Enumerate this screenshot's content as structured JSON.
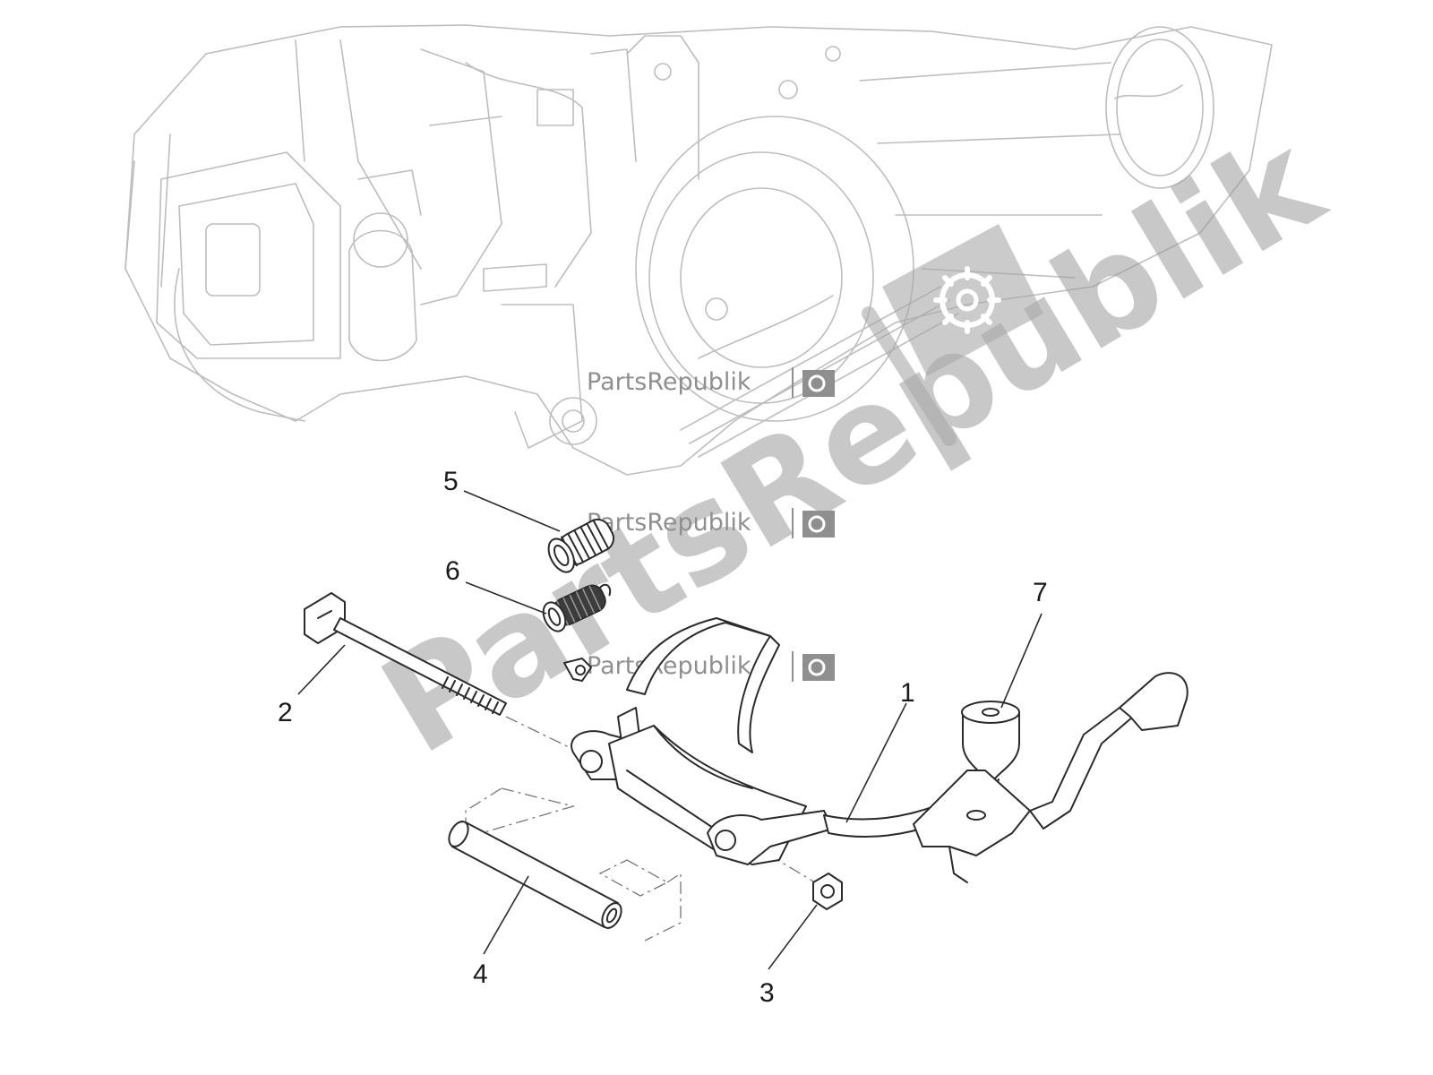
{
  "diagram": {
    "callouts": [
      {
        "id": "part-1",
        "label": "1"
      },
      {
        "id": "part-2",
        "label": "2"
      },
      {
        "id": "part-3",
        "label": "3"
      },
      {
        "id": "part-4",
        "label": "4"
      },
      {
        "id": "part-5",
        "label": "5"
      },
      {
        "id": "part-6",
        "label": "6"
      },
      {
        "id": "part-7",
        "label": "7"
      }
    ],
    "watermark": {
      "large_text": "PartsRepublik",
      "small_text": "PartsRepublik",
      "icon": "gear-icon"
    },
    "colors": {
      "line_art": "#2b2b2b",
      "ghost_engine": "#bdbdbd",
      "watermark": "#9a9a9a",
      "background": "#ffffff"
    }
  }
}
